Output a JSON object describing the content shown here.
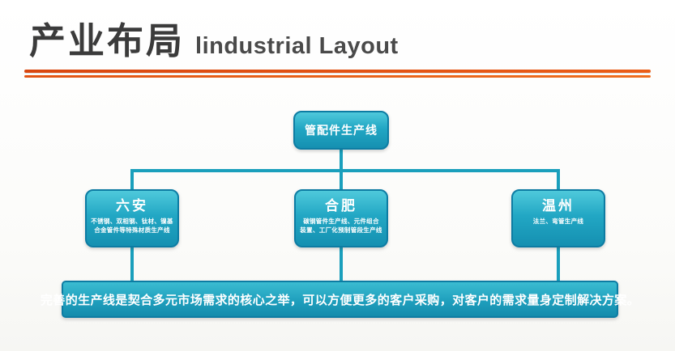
{
  "title": {
    "zh": "产业布局",
    "en": "lindustrial Layout"
  },
  "diagram": {
    "root": {
      "label": "管配件生产线"
    },
    "children": [
      {
        "name": "六安",
        "desc": "不锈钢、双相钢、钛材、镍基\n合金管件等特殊材质生产线"
      },
      {
        "name": "合肥",
        "desc": "碳钢管件生产线、元件组合\n装置、工厂化预制管段生产线"
      },
      {
        "name": "温州",
        "desc": "法兰、弯管生产线"
      }
    ],
    "footer": "完善的生产线是契合多元市场需求的核心之举，可以方便更多的客户采购，对客户的需求量身定制解决方案。"
  },
  "colors": {
    "box_teal": "#22a7c4",
    "box_border": "#0d7ca3",
    "connector": "#1a9fbc",
    "rule_orange": "#e25414",
    "title_text": "#3b3b3b"
  }
}
